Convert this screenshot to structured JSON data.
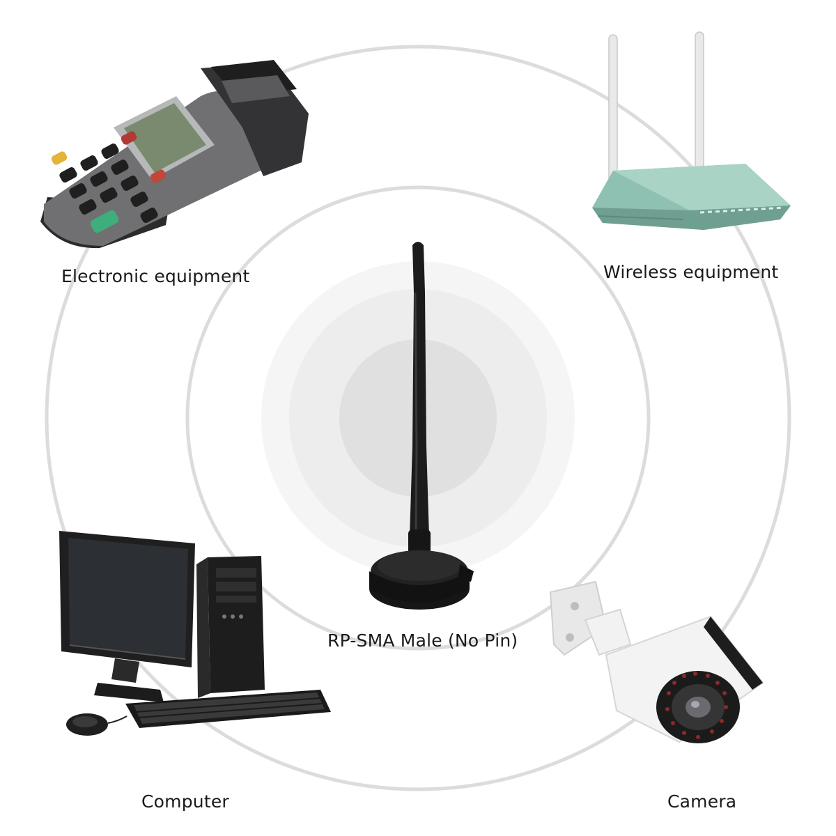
{
  "labels": {
    "electronic": "Electronic equipment",
    "wireless": "Wireless equipment",
    "antenna": "RP-SMA Male (No Pin)",
    "computer": "Computer",
    "camera": "Camera"
  },
  "colors": {
    "ring": "#dcdcdc",
    "glow_outer": "#f4f4f4",
    "glow_inner": "#e2e2e2",
    "antenna": "#1c1c1c",
    "router": "#8fc1b3",
    "pos_body": "#6e6e70",
    "camera_body": "#f3f3f3"
  },
  "icons": [
    "antenna-icon",
    "pos-terminal-icon",
    "router-icon",
    "computer-icon",
    "camera-icon"
  ]
}
